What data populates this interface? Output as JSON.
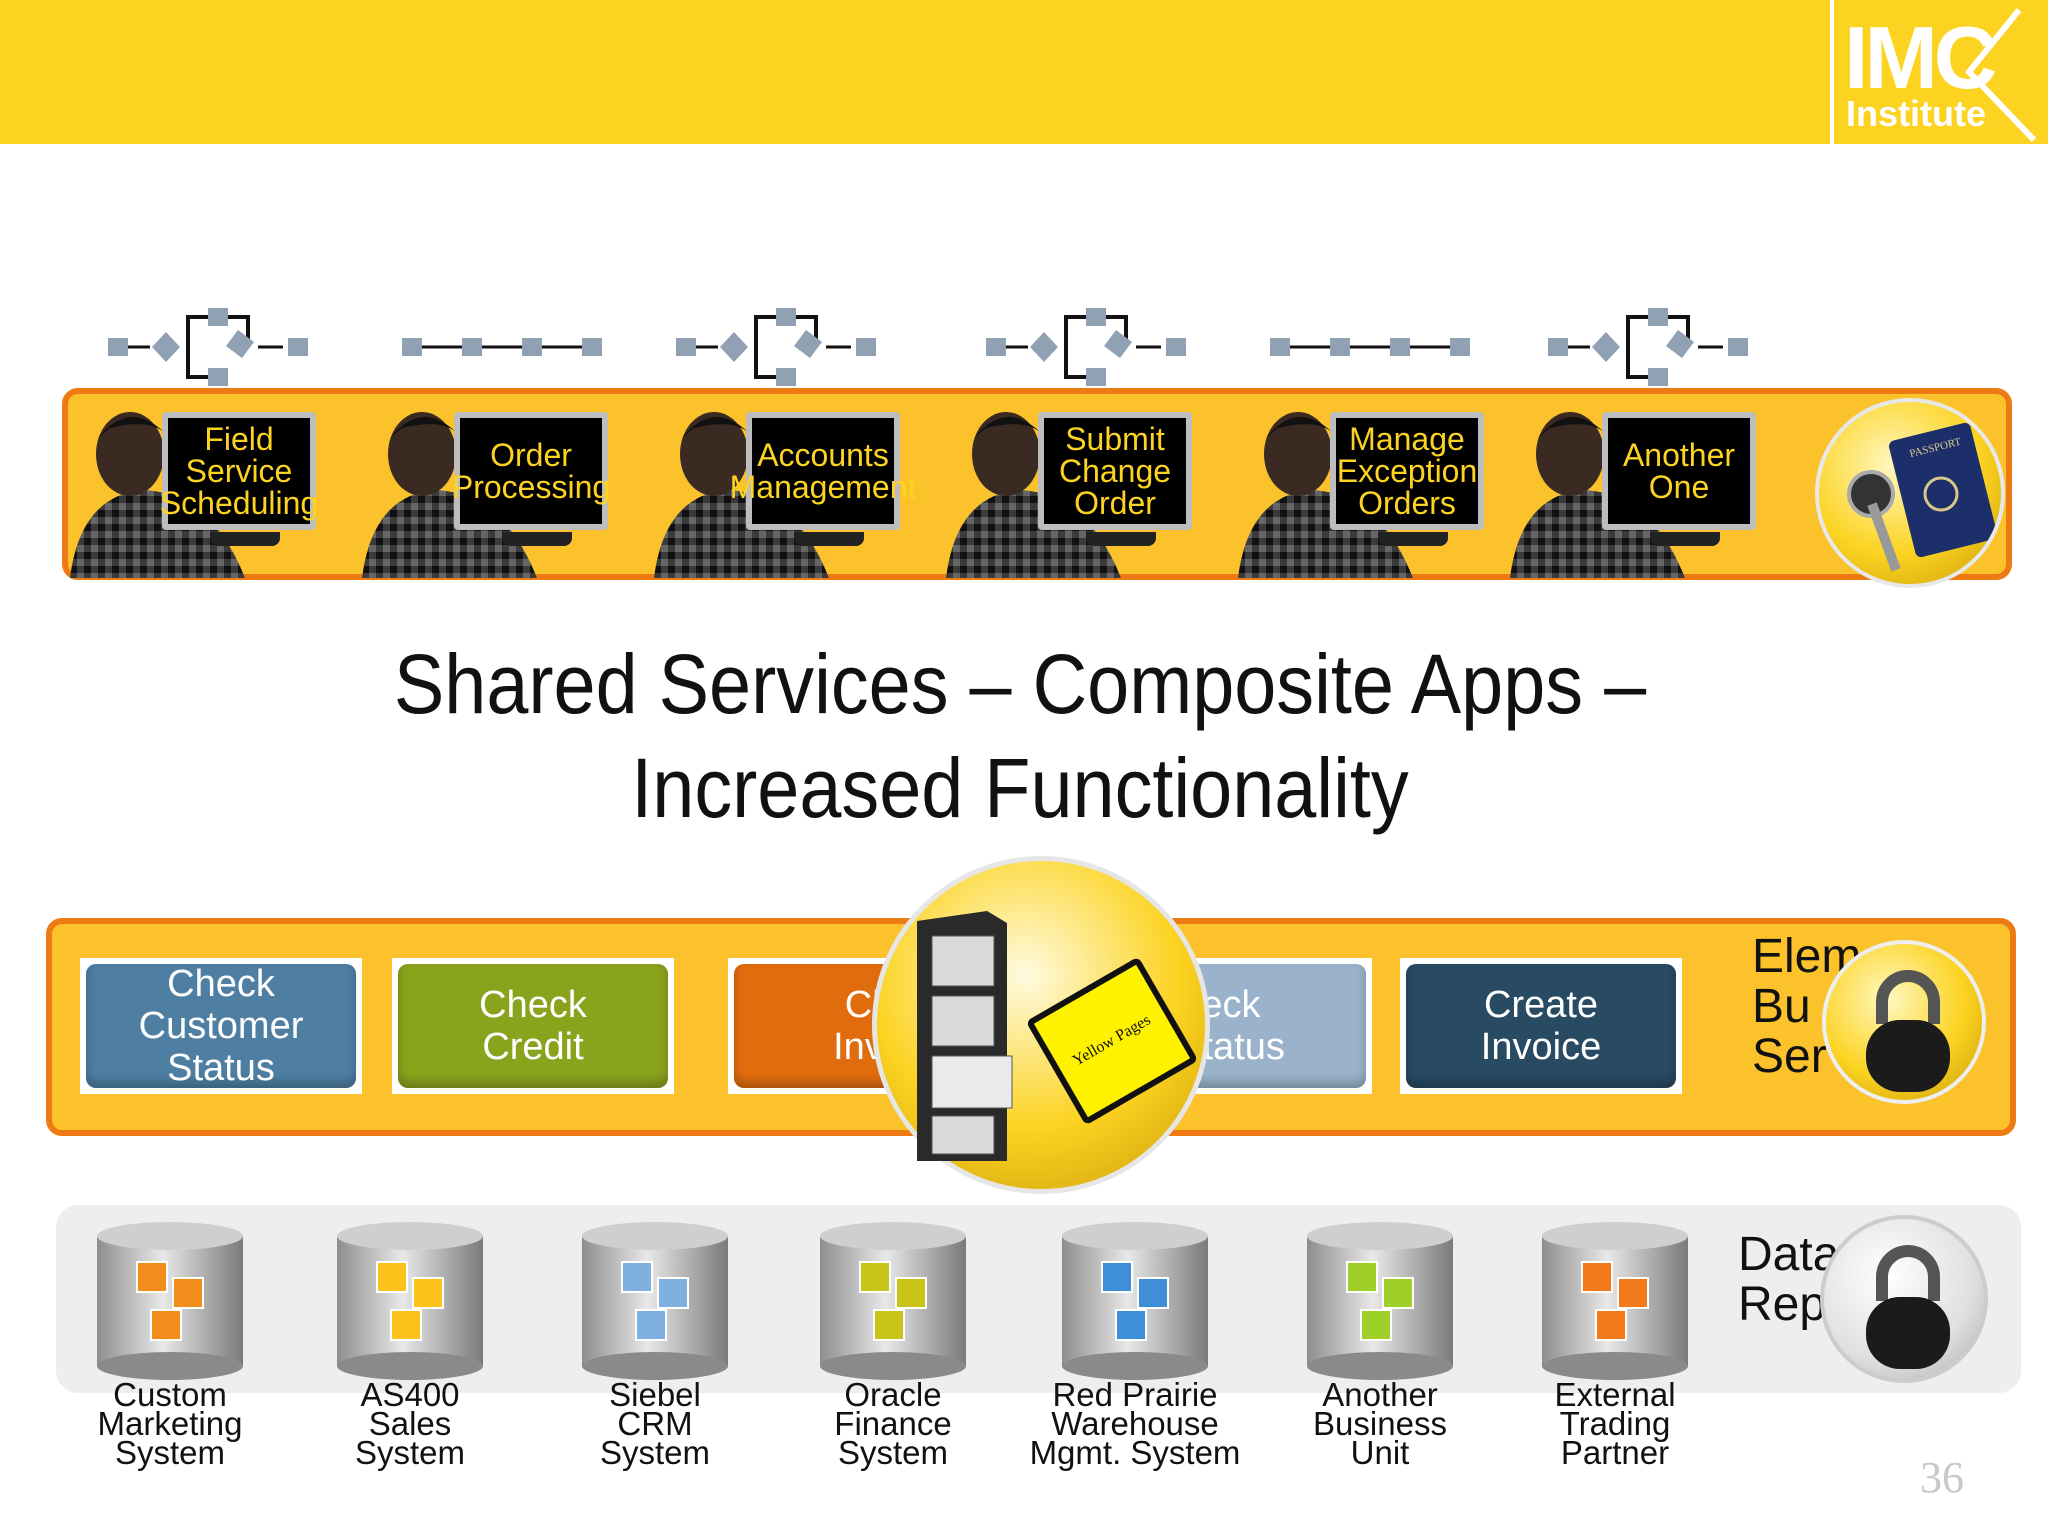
{
  "logo": {
    "brand": "IMC",
    "sub": "Institute"
  },
  "title": {
    "line1": "Shared Services – Composite Apps –",
    "line2": "Increased  Functionality"
  },
  "apps": [
    {
      "label": "Field\nService\nScheduling"
    },
    {
      "label": "Order\nProcessing"
    },
    {
      "label": "Accounts\nManagement"
    },
    {
      "label": "Submit\nChange\nOrder"
    },
    {
      "label": "Manage\nException\nOrders"
    },
    {
      "label": "Another\nOne"
    }
  ],
  "passport": {
    "text": "PASSPORT"
  },
  "services": [
    {
      "label": "Check\nCustomer Status",
      "color": "#4e7fa3"
    },
    {
      "label": "Check\nCredit",
      "color": "#8aa31d"
    },
    {
      "label": "Ch\nInve",
      "color": "#e16c0e"
    },
    {
      "label": "eck\n Status",
      "color": "#9ab3cb"
    },
    {
      "label": "Create\nInvoice",
      "color": "#284a63"
    }
  ],
  "services_side_label": "Elem\nBu\nSer",
  "yellow_pages": {
    "text": "Yellow Pages"
  },
  "systems": [
    {
      "label": "Custom\nMarketing\nSystem",
      "color": "#f28c1b"
    },
    {
      "label": "AS400\nSales\nSystem",
      "color": "#fcc21a"
    },
    {
      "label": "Siebel\nCRM\nSystem",
      "color": "#7fb0e0"
    },
    {
      "label": "Oracle\nFinance\nSystem",
      "color": "#c8c41a"
    },
    {
      "label": "Red Prairie\nWarehouse\nMgmt. System",
      "color": "#3f8fd8"
    },
    {
      "label": "Another\nBusiness\nUnit",
      "color": "#9fd02a"
    },
    {
      "label": "External\nTrading\nPartner",
      "color": "#f27a1b"
    }
  ],
  "data_side_label": "Data\nRep",
  "page_number": "36",
  "colors": {
    "yellow": "#fcd321",
    "band": "#fbc22b",
    "band_border": "#ee7a14"
  }
}
